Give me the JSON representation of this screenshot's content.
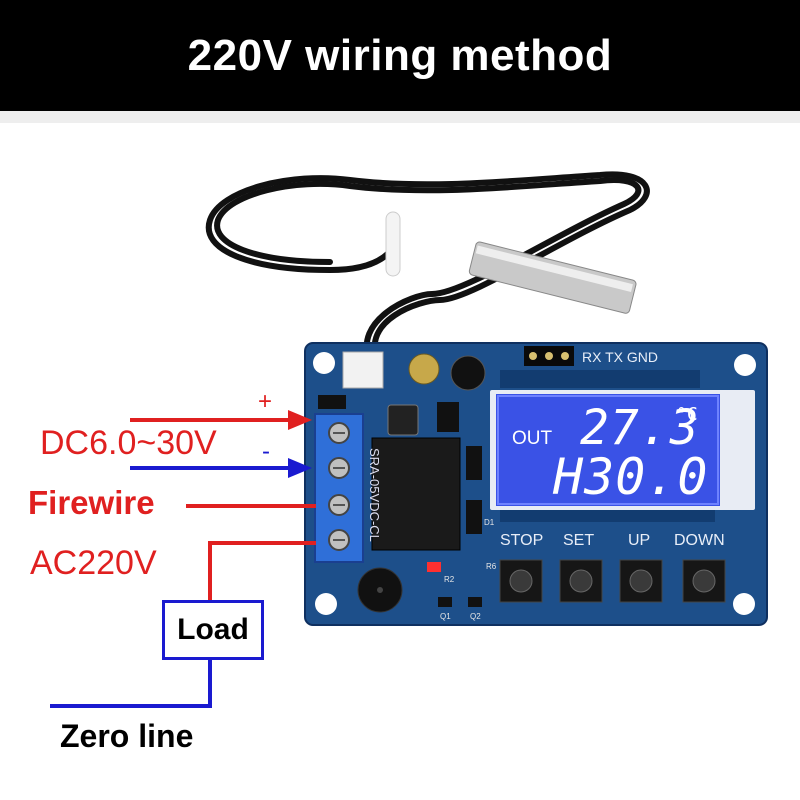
{
  "title": "220V wiring method",
  "labels": {
    "power_in": "DC6.0~30V",
    "plus": "+",
    "minus": "-",
    "firewire": "Firewire",
    "ac": "AC220V",
    "load": "Load",
    "zero_line": "Zero line"
  },
  "board": {
    "lcd_out": "OUT",
    "lcd_temp": "27.3",
    "lcd_unit": "°C",
    "lcd_setpoint": "H30.0",
    "header_pins": "RX TX GND",
    "relay_marking": "SRA-05VDC-CL",
    "buttons": [
      "STOP",
      "SET",
      "UP",
      "DOWN"
    ],
    "components": [
      "R2",
      "R6",
      "D1",
      "Q1",
      "Q2"
    ]
  },
  "colors": {
    "live_wire": "#e02020",
    "neutral_wire": "#1a1ad0",
    "pcb": "#1d4f8a",
    "lcd": "#3a52e6",
    "terminal": "#2f6fd8"
  }
}
